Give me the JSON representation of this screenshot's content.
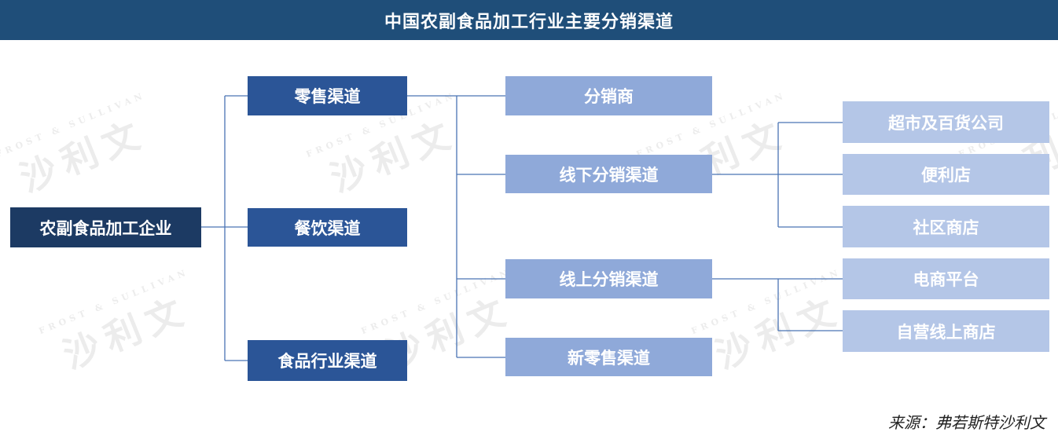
{
  "title": "中国农副食品加工行业主要分销渠道",
  "root": {
    "label": "农副食品加工企业"
  },
  "level1": [
    {
      "label": "零售渠道"
    },
    {
      "label": "餐饮渠道"
    },
    {
      "label": "食品行业渠道"
    }
  ],
  "level2": [
    {
      "label": "分销商"
    },
    {
      "label": "线下分销渠道"
    },
    {
      "label": "线上分销渠道"
    },
    {
      "label": "新零售渠道"
    }
  ],
  "offline_children": [
    {
      "label": "超市及百货公司"
    },
    {
      "label": "便利店"
    },
    {
      "label": "社区商店"
    }
  ],
  "online_children": [
    {
      "label": "电商平台"
    },
    {
      "label": "自营线上商店"
    }
  ],
  "watermark": {
    "en": "FROST & SULLIVAN",
    "cn": "沙利文"
  },
  "source": "来源：弗若斯特沙利文",
  "colors": {
    "header": "#1f4e79",
    "root": "#1c3a63",
    "level1": "#2b5597",
    "level2": "#8fa9d9",
    "level3": "#b4c6e7",
    "connector": "#4a74b4"
  }
}
